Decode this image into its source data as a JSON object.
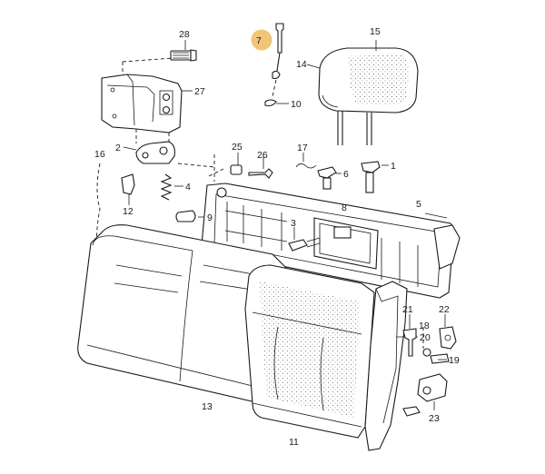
{
  "diagram": {
    "highlight_color": "#f2c477",
    "line_color": "#1a1a1a",
    "callouts": [
      {
        "id": "c28",
        "text": "28"
      },
      {
        "id": "c7",
        "text": "7"
      },
      {
        "id": "c15",
        "text": "15"
      },
      {
        "id": "c14",
        "text": "14"
      },
      {
        "id": "c27",
        "text": "27"
      },
      {
        "id": "c10",
        "text": "10"
      },
      {
        "id": "c2",
        "text": "2"
      },
      {
        "id": "c25",
        "text": "25"
      },
      {
        "id": "c26",
        "text": "26"
      },
      {
        "id": "c17",
        "text": "17"
      },
      {
        "id": "c16",
        "text": "16"
      },
      {
        "id": "c6",
        "text": "6"
      },
      {
        "id": "c1",
        "text": "1"
      },
      {
        "id": "c4",
        "text": "4"
      },
      {
        "id": "c12",
        "text": "12"
      },
      {
        "id": "c8",
        "text": "8"
      },
      {
        "id": "c5",
        "text": "5"
      },
      {
        "id": "c9",
        "text": "9"
      },
      {
        "id": "c3",
        "text": "3"
      },
      {
        "id": "c21",
        "text": "21"
      },
      {
        "id": "c22",
        "text": "22"
      },
      {
        "id": "c18",
        "text": "18"
      },
      {
        "id": "c19",
        "text": "19"
      },
      {
        "id": "c20",
        "text": "20"
      },
      {
        "id": "c13",
        "text": "13"
      },
      {
        "id": "c23",
        "text": "23"
      },
      {
        "id": "c11",
        "text": "11"
      }
    ]
  }
}
